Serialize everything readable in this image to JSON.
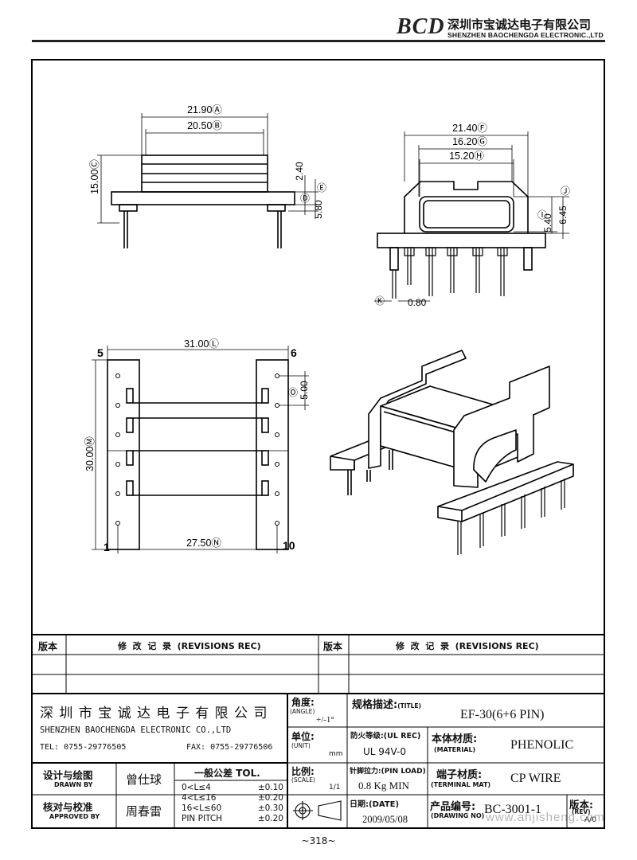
{
  "header": {
    "logo_text": "BCD",
    "company_cn": "深圳市宝诚达电子有限公司",
    "company_en": "SHENZHEN BAOCHENGDA ELECTRONIC.,LTD"
  },
  "drawing": {
    "top_view": {
      "dim_a": "21.90Ⓐ",
      "dim_b": "20.50Ⓑ",
      "dim_c": "15.00Ⓒ",
      "dim_d": "Ⓓ",
      "dim_e": "Ⓔ",
      "dim_240": "2.40",
      "dim_580": "5.80"
    },
    "side_view": {
      "dim_f": "21.40Ⓕ",
      "dim_g": "16.20Ⓖ",
      "dim_h": "15.20Ⓗ",
      "dim_i": "Ⓘ",
      "dim_j": "Ⓙ",
      "dim_540": "5.40",
      "dim_645": "6.45",
      "dim_k": "Ⓚ",
      "dim_080": "0.80"
    },
    "bottom_view": {
      "pin5": "5",
      "pin6": "6",
      "pin1": "1",
      "pin10": "10",
      "dim_l": "31.00Ⓛ",
      "dim_m": "30.00Ⓜ",
      "dim_n": "27.50Ⓝ",
      "dim_o": "Ⓞ",
      "dim_500": "5.00"
    }
  },
  "title_block": {
    "rev_label_1": "版本",
    "rev_rec_1": "修  改  记  录  (REVISIONS REC)",
    "rev_label_2": "版本",
    "rev_rec_2": "修  改  记  录  (REVISIONS REC)",
    "company_cn": "深 圳 市 宝 诚 达 电 子 有 限 公 司",
    "company_en": "SHENZHEN BAOCHENGDA ELECTRONIC CO.,LTD",
    "tel": "TEL: 0755-29776505",
    "fax": "FAX: 0755-29776506",
    "angle_cn": "角度:",
    "angle_en": "(ANGLE)",
    "angle_val": "+/-1°",
    "unit_cn": "单位:",
    "unit_en": "(UNIT)",
    "unit_val": "mm",
    "title_cn": "规格描述:",
    "title_en": "(TITLE)",
    "title_val": "EF-30(6+6 PIN)",
    "ulrec_label": "防火等级:(UL REC)",
    "ulrec_val": "UL 94V-0",
    "material_cn": "本体材质:",
    "material_en": "(MATERIAL)",
    "material_val": "PHENOLIC",
    "drawn_cn": "设计与绘图",
    "drawn_en": "DRAWN BY",
    "drawn_val": "曾仕球",
    "approved_cn": "核对与校准",
    "approved_en": "APPROVED BY",
    "approved_val": "周春雷",
    "tol_title": "一般公差 TOL.",
    "tol_rows": [
      {
        "range": "0<L≤4",
        "val": "±0.10"
      },
      {
        "range": "4<L≤16",
        "val": "±0.20"
      },
      {
        "range": "16<L≤60",
        "val": "±0.30"
      },
      {
        "range": "PIN PITCH",
        "val": "±0.20"
      }
    ],
    "scale_cn": "比例:",
    "scale_en": "(SCALE)",
    "scale_val": "1/1",
    "pinload_label": "针脚拉力:(PIN LOAD)",
    "pinload_val": "0.8 Kg MIN",
    "terminal_cn": "端子材质:",
    "terminal_en": "(TERMINAL MAT)",
    "terminal_val": "CP WIRE",
    "date_label": "日期:(DATE)",
    "date_val": "2009/05/08",
    "drawingno_cn": "产品编号:",
    "drawingno_en": "(DRAWING NO)",
    "drawingno_val": "BC-3001-1",
    "rev_cn": "版本:",
    "rev_en": "(REV)",
    "rev_val": "A/0",
    "watermark": "www.ahjisheng.com"
  },
  "page_number": "~318~"
}
